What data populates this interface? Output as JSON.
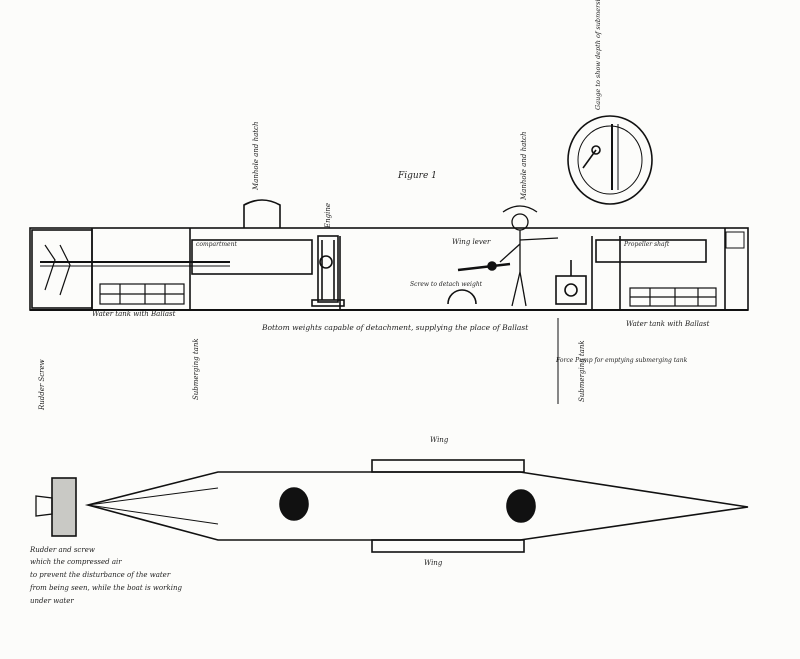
{
  "figure_title": "Figure 1",
  "side_view": {
    "labels": {
      "rudder_screw": "Rudder Screw",
      "water_ballast_left": "Water tank with Ballast",
      "water_ballast_right": "Water tank with Ballast",
      "hatch_manhole": "Manhole and hatch",
      "engine": "Engine",
      "hatch_right": "Manhole and hatch",
      "dive_lever": "Wing lever",
      "screw_detach": "Screw to detach weight",
      "bottom_weight": "Bottom weights capable of detachment, supplying the place of Ballast",
      "submerging_tank_left": "Submerging tank",
      "submerging_tank_right": "Submerging tank",
      "force_pump": "Force Pump for emptying submerging tank",
      "compartment": "compartment",
      "shaft": "Propeller shaft"
    }
  },
  "gauge_note": "Gauge to show depth of submersion",
  "top_view": {
    "wing_top": "Wing",
    "wing_bottom": "Wing",
    "notes": [
      "Rudder and screw",
      "which the compressed air",
      "to prevent the disturbance of the water",
      "from being seen, while the boat is working",
      "under water"
    ]
  }
}
